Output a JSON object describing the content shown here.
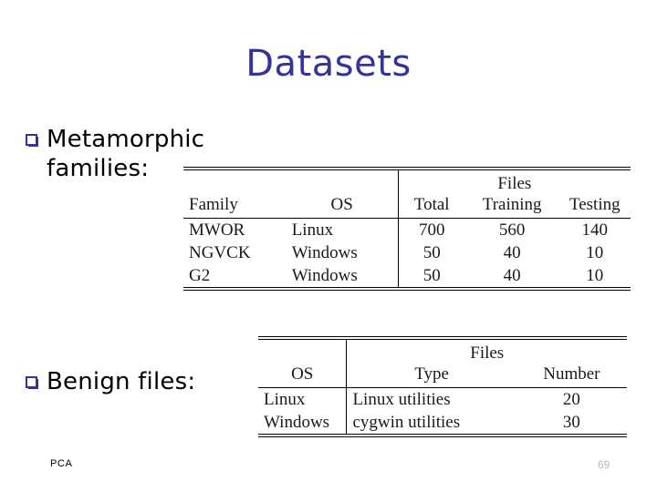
{
  "slide": {
    "title": "Datasets",
    "title_color": "#333399",
    "background_color": "#ffffff",
    "bullet_marker_color": "#333399"
  },
  "bullets": [
    {
      "id": "metamorphic",
      "label": "Metamorphic families:",
      "marker": "hollow-square-bullet"
    },
    {
      "id": "benign",
      "label": "Benign files:",
      "marker": "hollow-square-bullet"
    }
  ],
  "tables": [
    {
      "id": "metamorphic-families",
      "group_header": {
        "span_label": "Files"
      },
      "headers": [
        "Family",
        "OS",
        "Total",
        "Training",
        "Testing"
      ],
      "rows": [
        [
          "MWOR",
          "Linux",
          "700",
          "560",
          "140"
        ],
        [
          "NGVCK",
          "Windows",
          "50",
          "40",
          "10"
        ],
        [
          "G2",
          "Windows",
          "50",
          "40",
          "10"
        ]
      ]
    },
    {
      "id": "benign-files",
      "group_header": {
        "span_label": "Files"
      },
      "headers": [
        "OS",
        "Type",
        "Number"
      ],
      "rows": [
        [
          "Linux",
          "Linux utilities",
          "20"
        ],
        [
          "Windows",
          "cygwin utilities",
          "30"
        ]
      ]
    }
  ],
  "footer": {
    "left_label": "PCA",
    "page_number": "69"
  }
}
